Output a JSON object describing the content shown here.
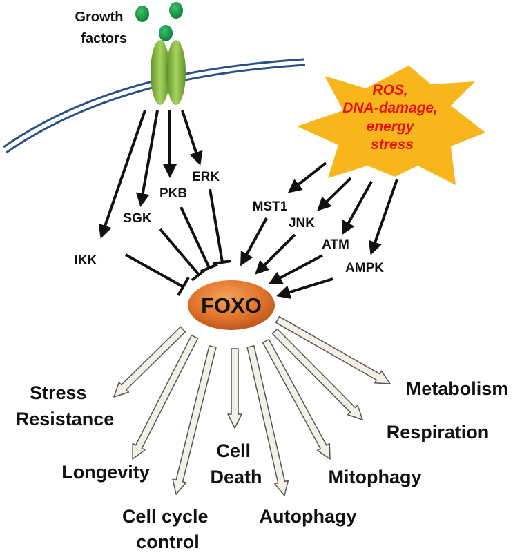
{
  "growth_factors": {
    "line1": "Growth",
    "line2": "factors"
  },
  "stress": {
    "line1": "ROS,",
    "line2": "DNA-damage,",
    "line3": "energy",
    "line4": "stress"
  },
  "center": {
    "label": "FOXO"
  },
  "inhibitory_kinases": {
    "ikk": "IKK",
    "sgk": "SGK",
    "pkb": "PKB",
    "erk": "ERK"
  },
  "activating_kinases": {
    "mst1": "MST1",
    "jnk": "JNK",
    "atm": "ATM",
    "ampk": "AMPK"
  },
  "outcomes": {
    "stress_resistance": {
      "line1": "Stress",
      "line2": "Resistance"
    },
    "longevity": {
      "line1": "Longevity"
    },
    "cell_cycle": {
      "line1": "Cell cycle",
      "line2": "control"
    },
    "cell_death": {
      "line1": "Cell",
      "line2": "Death"
    },
    "autophagy": {
      "line1": "Autophagy"
    },
    "mitophagy": {
      "line1": "Mitophagy"
    },
    "respiration": {
      "line1": "Respiration"
    },
    "metabolism": {
      "line1": "Metabolism"
    }
  },
  "colors": {
    "membrane": "#2c4f86",
    "receptor": "#7cb342",
    "ligand": "#1e9a4a",
    "stress_fill": "#f7b61c",
    "stress_text": "#e8110f",
    "foxo_fill": "#e0712a",
    "outcome_arrow_fill": "#f3f1e6"
  }
}
